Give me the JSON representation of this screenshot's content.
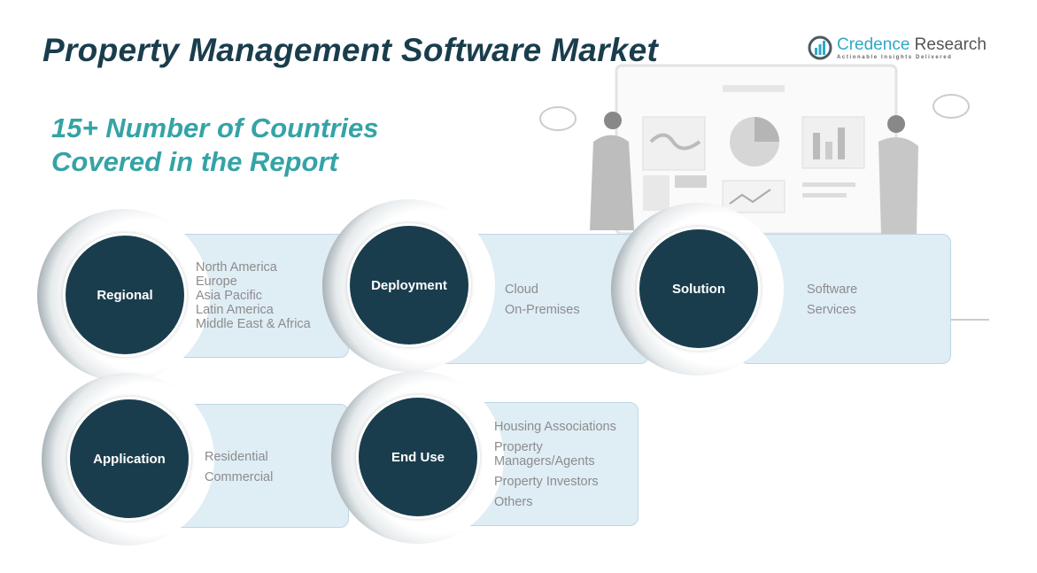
{
  "title": "Property Management Software Market",
  "subtitle_line1": "15+ Number of Countries",
  "subtitle_line2": "Covered in the Report",
  "logo": {
    "name1": "Credence",
    "name2": "Research",
    "tagline": "Actionable Insights Delivered"
  },
  "segments": [
    {
      "label": "Regional",
      "items": [
        "North America",
        "Europe",
        "Asia Pacific",
        "Latin America",
        "Middle East & Africa"
      ]
    },
    {
      "label": "Deployment",
      "items": [
        "Cloud",
        "On-Premises"
      ]
    },
    {
      "label": "Solution",
      "items": [
        "Software",
        "Services"
      ]
    },
    {
      "label": "Application",
      "items": [
        "Residential",
        "Commercial"
      ]
    },
    {
      "label": "End Use",
      "items": [
        "Housing Associations",
        "Property Managers/Agents",
        "Property Investors",
        "Others"
      ]
    }
  ],
  "colors": {
    "dark": "#1a3d4d",
    "accent": "#35a3a6",
    "card": "#dfedf5"
  }
}
